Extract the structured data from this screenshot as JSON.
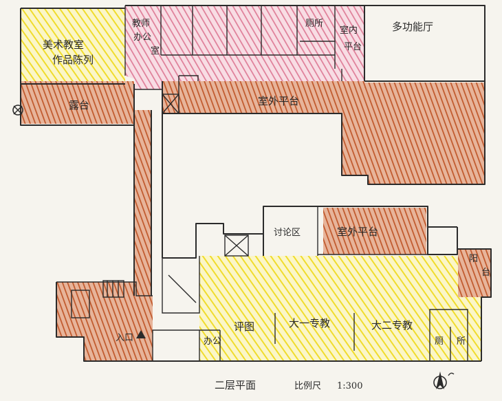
{
  "plan": {
    "rooms": {
      "art_gallery": [
        "美术教室",
        "作品陈列"
      ],
      "teacher_office": [
        "教师",
        "办公",
        "室"
      ],
      "toilet_top": "厕所",
      "storage_top": [
        "室内",
        "平台"
      ],
      "multi_hall": "多功能厅",
      "terrace_left": "露台",
      "terrace_center": "室外平台",
      "discussion": "讨论区",
      "terrace_right": "室外平台",
      "terrace_small_right": [
        "阳",
        "台"
      ],
      "reading": "评图",
      "studio_1": "大一专教",
      "studio_2": "大二专教",
      "toilet_bottom": [
        "厕",
        "所"
      ],
      "bottom_office": "办公",
      "entrance": "入口"
    },
    "caption": {
      "title": "二层平面",
      "scale_label": "比例尺",
      "scale_value": "1:300"
    },
    "colors": {
      "yellow": "#f2e23a",
      "pink": "#e58aa3",
      "brown": "#c9693a",
      "ink": "#2b2b2b"
    }
  }
}
